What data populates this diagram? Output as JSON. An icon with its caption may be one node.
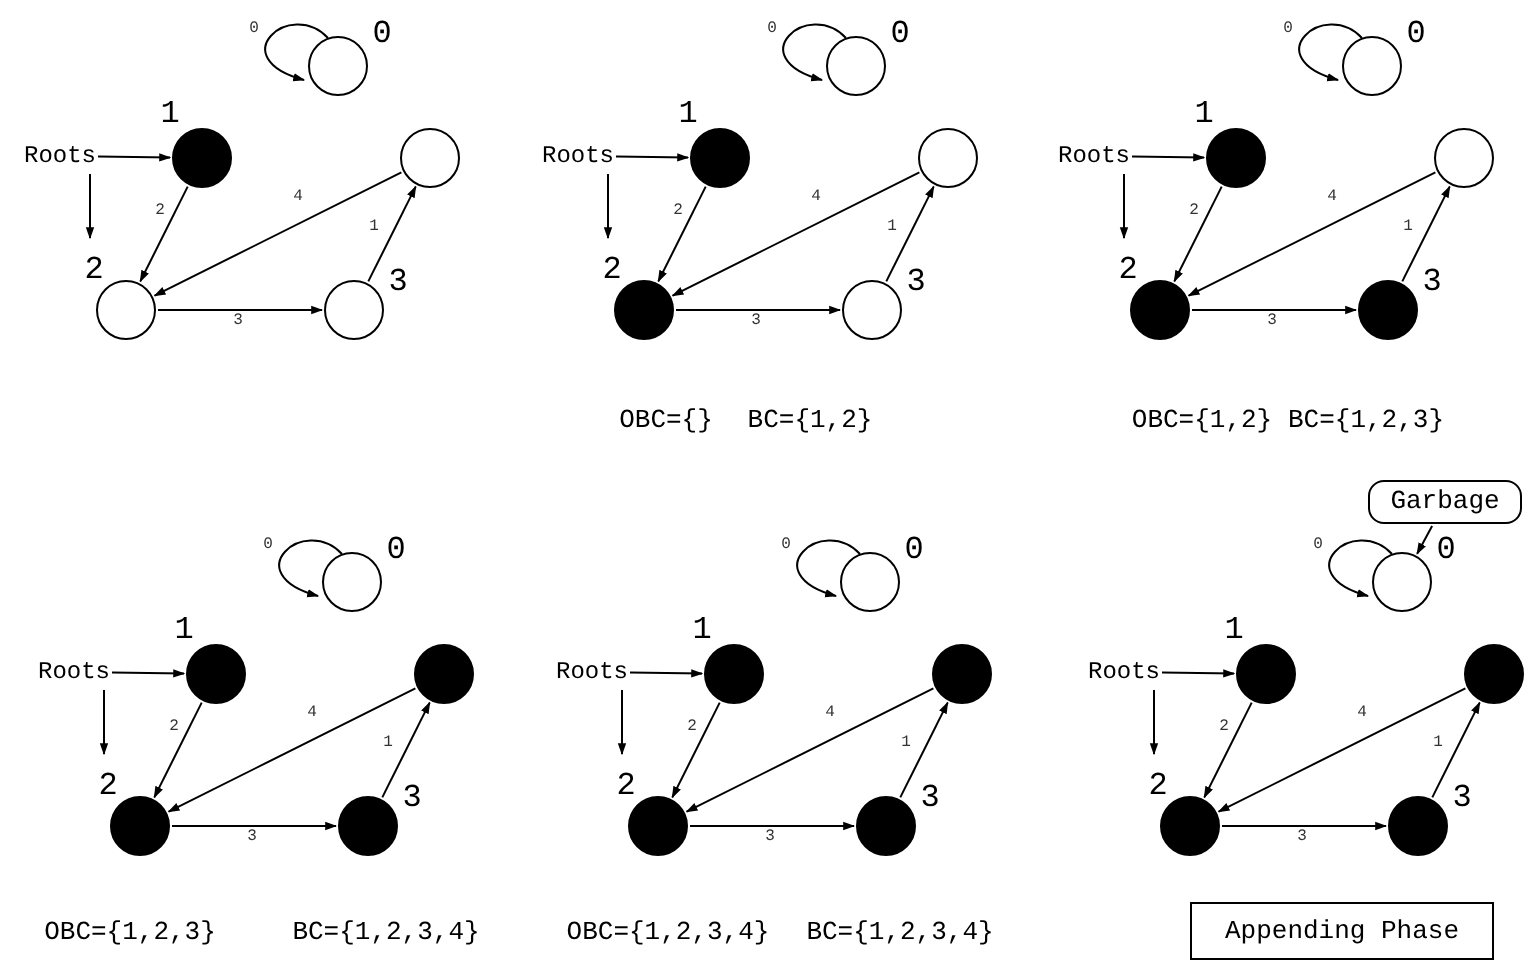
{
  "diagram": {
    "nodes": [
      {
        "text": [],
        "shape": "circle",
        "beside": [
          "0"
        ]
      },
      {
        "text": [
          "Roots"
        ]
      },
      {
        "text": [],
        "shape": "dot",
        "beside": [
          "1"
        ]
      },
      {
        "text": [],
        "shape": "circle"
      },
      {
        "text": [],
        "shape": "circle",
        "beside": [
          "2"
        ]
      },
      {
        "text": [],
        "shape": "circle",
        "beside": [
          "3"
        ]
      },
      {
        "text": [],
        "shape": "circle",
        "beside": [
          "0"
        ]
      },
      {
        "text": [
          "Roots"
        ]
      },
      {
        "text": [],
        "shape": "dot",
        "beside": [
          "1"
        ]
      },
      {
        "text": [],
        "shape": "circle"
      },
      {
        "text": [],
        "shape": "dot",
        "beside": [
          "2"
        ]
      },
      {
        "text": [],
        "shape": "circle",
        "beside": [
          "3"
        ]
      },
      {
        "text": [],
        "shape": "circle",
        "beside": [
          "0"
        ]
      },
      {
        "text": [
          "Roots"
        ]
      },
      {
        "text": [],
        "shape": "dot",
        "beside": [
          "1"
        ]
      },
      {
        "text": [],
        "shape": "circle"
      },
      {
        "text": [],
        "shape": "dot",
        "beside": [
          "2"
        ]
      },
      {
        "text": [],
        "shape": "dot",
        "beside": [
          "3"
        ]
      },
      {
        "text": [],
        "shape": "circle",
        "beside": [
          "0"
        ]
      },
      {
        "text": [
          "Roots"
        ]
      },
      {
        "text": [],
        "shape": "dot",
        "beside": [
          "1"
        ]
      },
      {
        "text": [],
        "shape": "dot"
      },
      {
        "text": [],
        "shape": "dot",
        "beside": [
          "2"
        ]
      },
      {
        "text": [],
        "shape": "dot",
        "beside": [
          "3"
        ]
      },
      {
        "text": [],
        "shape": "circle",
        "beside": [
          "0"
        ]
      },
      {
        "text": [
          "Roots"
        ]
      },
      {
        "text": [],
        "shape": "dot",
        "beside": [
          "1"
        ]
      },
      {
        "text": [],
        "shape": "dot"
      },
      {
        "text": [],
        "shape": "dot",
        "beside": [
          "2"
        ]
      },
      {
        "text": [],
        "shape": "dot",
        "beside": [
          "3"
        ]
      },
      {
        "text": [],
        "shape": "circle",
        "beside": [
          "0"
        ]
      },
      {
        "text": [
          "Roots"
        ]
      },
      {
        "text": [],
        "shape": "dot",
        "beside": [
          "1"
        ]
      },
      {
        "text": [],
        "shape": "dot"
      },
      {
        "text": [],
        "shape": "dot",
        "beside": [
          "2"
        ]
      },
      {
        "text": [],
        "shape": "dot",
        "beside": [
          "3"
        ]
      },
      {
        "text": [
          "Garbage"
        ]
      },
      {
        "text": [
          "Appending Phase"
        ]
      }
    ],
    "edges": [
      {
        "from": 0,
        "to": 0,
        "arrow": "to",
        "label": "0"
      },
      {
        "from": 1,
        "to": 2,
        "arrow": "to"
      },
      {
        "from": 1,
        "to": 4,
        "arrow": "to"
      },
      {
        "from": 2,
        "to": 4,
        "arrow": "to",
        "label": "2"
      },
      {
        "from": 3,
        "to": 4,
        "arrow": "to",
        "label": "4"
      },
      {
        "from": 4,
        "to": 5,
        "arrow": "to",
        "label": "3"
      },
      {
        "from": 5,
        "to": 3,
        "arrow": "to",
        "label": "1"
      },
      {
        "from": 6,
        "to": 6,
        "arrow": "to",
        "label": "0"
      },
      {
        "from": 7,
        "to": 8,
        "arrow": "to"
      },
      {
        "from": 7,
        "to": 10,
        "arrow": "to"
      },
      {
        "from": 8,
        "to": 10,
        "arrow": "to",
        "label": "2"
      },
      {
        "from": 9,
        "to": 10,
        "arrow": "to",
        "label": "4"
      },
      {
        "from": 10,
        "to": 11,
        "arrow": "to",
        "label": "3"
      },
      {
        "from": 11,
        "to": 9,
        "arrow": "to",
        "label": "1"
      },
      {
        "from": 12,
        "to": 12,
        "arrow": "to",
        "label": "0"
      },
      {
        "from": 13,
        "to": 14,
        "arrow": "to"
      },
      {
        "from": 13,
        "to": 16,
        "arrow": "to"
      },
      {
        "from": 14,
        "to": 16,
        "arrow": "to",
        "label": "2"
      },
      {
        "from": 15,
        "to": 16,
        "arrow": "to",
        "label": "4"
      },
      {
        "from": 16,
        "to": 17,
        "arrow": "to",
        "label": "3"
      },
      {
        "from": 17,
        "to": 15,
        "arrow": "to",
        "label": "1"
      },
      {
        "from": 18,
        "to": 18,
        "arrow": "to",
        "label": "0"
      },
      {
        "from": 19,
        "to": 20,
        "arrow": "to"
      },
      {
        "from": 19,
        "to": 22,
        "arrow": "to"
      },
      {
        "from": 20,
        "to": 22,
        "arrow": "to",
        "label": "2"
      },
      {
        "from": 21,
        "to": 22,
        "arrow": "to",
        "label": "4"
      },
      {
        "from": 22,
        "to": 23,
        "arrow": "to",
        "label": "3"
      },
      {
        "from": 23,
        "to": 21,
        "arrow": "to",
        "label": "1"
      },
      {
        "from": 24,
        "to": 24,
        "arrow": "to",
        "label": "0"
      },
      {
        "from": 25,
        "to": 26,
        "arrow": "to"
      },
      {
        "from": 25,
        "to": 28,
        "arrow": "to"
      },
      {
        "from": 26,
        "to": 28,
        "arrow": "to",
        "label": "2"
      },
      {
        "from": 27,
        "to": 28,
        "arrow": "to",
        "label": "4"
      },
      {
        "from": 28,
        "to": 29,
        "arrow": "to",
        "label": "3"
      },
      {
        "from": 29,
        "to": 27,
        "arrow": "to",
        "label": "1"
      },
      {
        "from": 30,
        "to": 30,
        "arrow": "to",
        "label": "0"
      },
      {
        "from": 31,
        "to": 32,
        "arrow": "to"
      },
      {
        "from": 31,
        "to": 34,
        "arrow": "to"
      },
      {
        "from": 32,
        "to": 34,
        "arrow": "to",
        "label": "2"
      },
      {
        "from": 33,
        "to": 34,
        "arrow": "to",
        "label": "4"
      },
      {
        "from": 34,
        "to": 35,
        "arrow": "to",
        "label": "3"
      },
      {
        "from": 35,
        "to": 33,
        "arrow": "to",
        "label": "1"
      },
      {
        "from": 36,
        "to": 30,
        "arrow": "to"
      }
    ],
    "labels": [
      "OBC={}",
      "BC={1,2}",
      "OBC={1,2}",
      "BC={1,2,3}",
      "OBC={1,2,3}",
      "BC={1,2,3,4}",
      "OBC={1,2,3,4}",
      "BC={1,2,3,4}"
    ]
  }
}
